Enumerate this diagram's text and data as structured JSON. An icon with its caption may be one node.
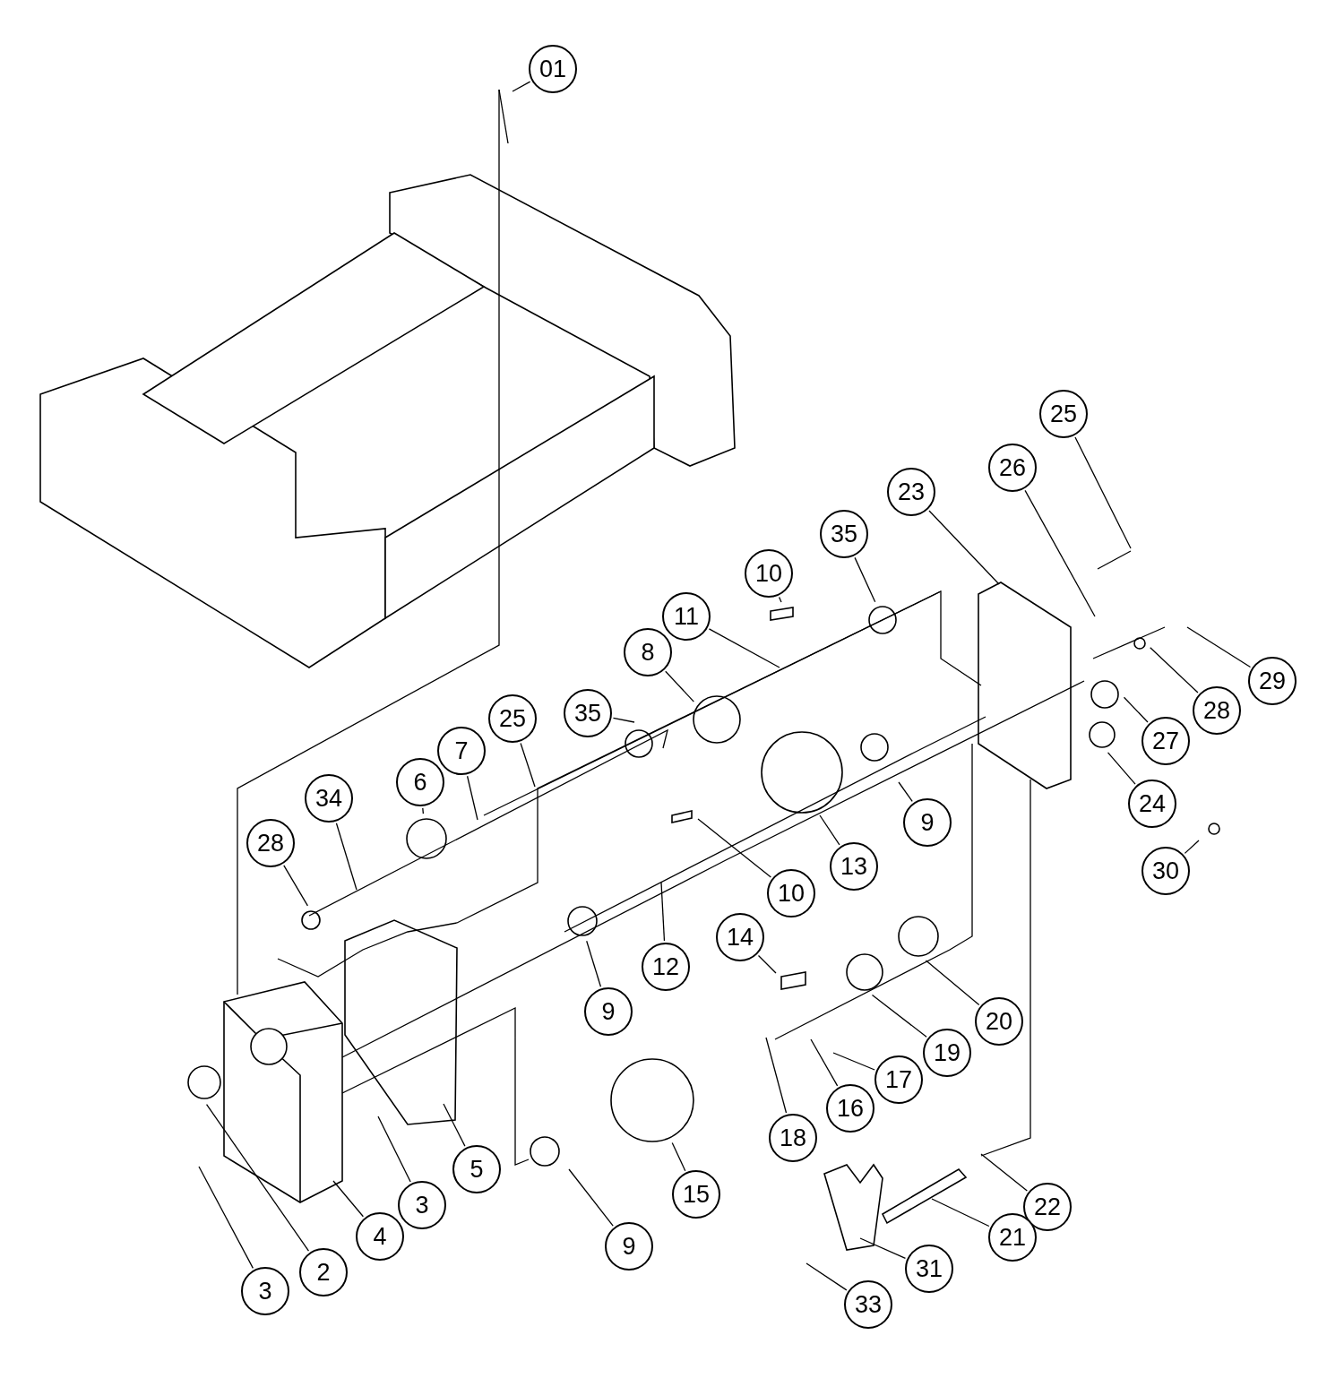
{
  "diagram": {
    "nodes": [
      {
        "text": [
          "01"
        ]
      },
      {
        "text": [
          "25"
        ]
      },
      {
        "text": [
          "26"
        ]
      },
      {
        "text": [
          "23"
        ]
      },
      {
        "text": [
          "35"
        ]
      },
      {
        "text": [
          "10"
        ]
      },
      {
        "text": [
          "11"
        ]
      },
      {
        "text": [
          "8"
        ]
      },
      {
        "text": [
          "29"
        ]
      },
      {
        "text": [
          "28"
        ]
      },
      {
        "text": [
          "35"
        ]
      },
      {
        "text": [
          "25"
        ]
      },
      {
        "text": [
          "27"
        ]
      },
      {
        "text": [
          "7"
        ]
      },
      {
        "text": [
          "6"
        ]
      },
      {
        "text": [
          "24"
        ]
      },
      {
        "text": [
          "34"
        ]
      },
      {
        "text": [
          "9"
        ]
      },
      {
        "text": [
          "28"
        ]
      },
      {
        "text": [
          "13"
        ]
      },
      {
        "text": [
          "30"
        ]
      },
      {
        "text": [
          "10"
        ]
      },
      {
        "text": [
          "14"
        ]
      },
      {
        "text": [
          "12"
        ]
      },
      {
        "text": [
          "9"
        ]
      },
      {
        "text": [
          "20"
        ]
      },
      {
        "text": [
          "19"
        ]
      },
      {
        "text": [
          "17"
        ]
      },
      {
        "text": [
          "16"
        ]
      },
      {
        "text": [
          "18"
        ]
      },
      {
        "text": [
          "5"
        ]
      },
      {
        "text": [
          "15"
        ]
      },
      {
        "text": [
          "3"
        ]
      },
      {
        "text": [
          "22"
        ]
      },
      {
        "text": [
          "4"
        ]
      },
      {
        "text": [
          "21"
        ]
      },
      {
        "text": [
          "9"
        ]
      },
      {
        "text": [
          "2"
        ]
      },
      {
        "text": [
          "31"
        ]
      },
      {
        "text": [
          "3"
        ]
      },
      {
        "text": [
          "33"
        ]
      }
    ],
    "edges": [
      {
        "from": 0,
        "to": null,
        "arrow": "none"
      },
      {
        "from": 1,
        "to": null,
        "arrow": "none"
      },
      {
        "from": 2,
        "to": null,
        "arrow": "none"
      },
      {
        "from": 3,
        "to": null,
        "arrow": "none"
      },
      {
        "from": 4,
        "to": null,
        "arrow": "none"
      },
      {
        "from": 5,
        "to": null,
        "arrow": "none"
      },
      {
        "from": 6,
        "to": null,
        "arrow": "none"
      },
      {
        "from": 7,
        "to": null,
        "arrow": "none"
      },
      {
        "from": 8,
        "to": null,
        "arrow": "none"
      },
      {
        "from": 9,
        "to": null,
        "arrow": "none"
      },
      {
        "from": 10,
        "to": null,
        "arrow": "none"
      },
      {
        "from": 11,
        "to": null,
        "arrow": "none"
      },
      {
        "from": 12,
        "to": null,
        "arrow": "none"
      },
      {
        "from": 13,
        "to": null,
        "arrow": "none"
      },
      {
        "from": 14,
        "to": null,
        "arrow": "none"
      },
      {
        "from": 15,
        "to": null,
        "arrow": "none"
      },
      {
        "from": 16,
        "to": null,
        "arrow": "none"
      },
      {
        "from": 17,
        "to": null,
        "arrow": "none"
      },
      {
        "from": 18,
        "to": null,
        "arrow": "none"
      },
      {
        "from": 19,
        "to": null,
        "arrow": "none"
      },
      {
        "from": 20,
        "to": null,
        "arrow": "none"
      },
      {
        "from": 21,
        "to": null,
        "arrow": "none"
      },
      {
        "from": 22,
        "to": null,
        "arrow": "none"
      },
      {
        "from": 23,
        "to": null,
        "arrow": "none"
      },
      {
        "from": 24,
        "to": null,
        "arrow": "none"
      },
      {
        "from": 25,
        "to": null,
        "arrow": "none"
      },
      {
        "from": 26,
        "to": null,
        "arrow": "none"
      },
      {
        "from": 27,
        "to": null,
        "arrow": "none"
      },
      {
        "from": 28,
        "to": null,
        "arrow": "none"
      },
      {
        "from": 29,
        "to": null,
        "arrow": "none"
      },
      {
        "from": 30,
        "to": null,
        "arrow": "none"
      },
      {
        "from": 31,
        "to": null,
        "arrow": "none"
      },
      {
        "from": 32,
        "to": null,
        "arrow": "none"
      },
      {
        "from": 33,
        "to": null,
        "arrow": "none"
      },
      {
        "from": 34,
        "to": null,
        "arrow": "none"
      },
      {
        "from": 35,
        "to": null,
        "arrow": "none"
      },
      {
        "from": 36,
        "to": null,
        "arrow": "none"
      },
      {
        "from": 37,
        "to": null,
        "arrow": "none"
      },
      {
        "from": 38,
        "to": null,
        "arrow": "none"
      },
      {
        "from": 39,
        "to": null,
        "arrow": "none"
      },
      {
        "from": 40,
        "to": null,
        "arrow": "none"
      }
    ]
  }
}
